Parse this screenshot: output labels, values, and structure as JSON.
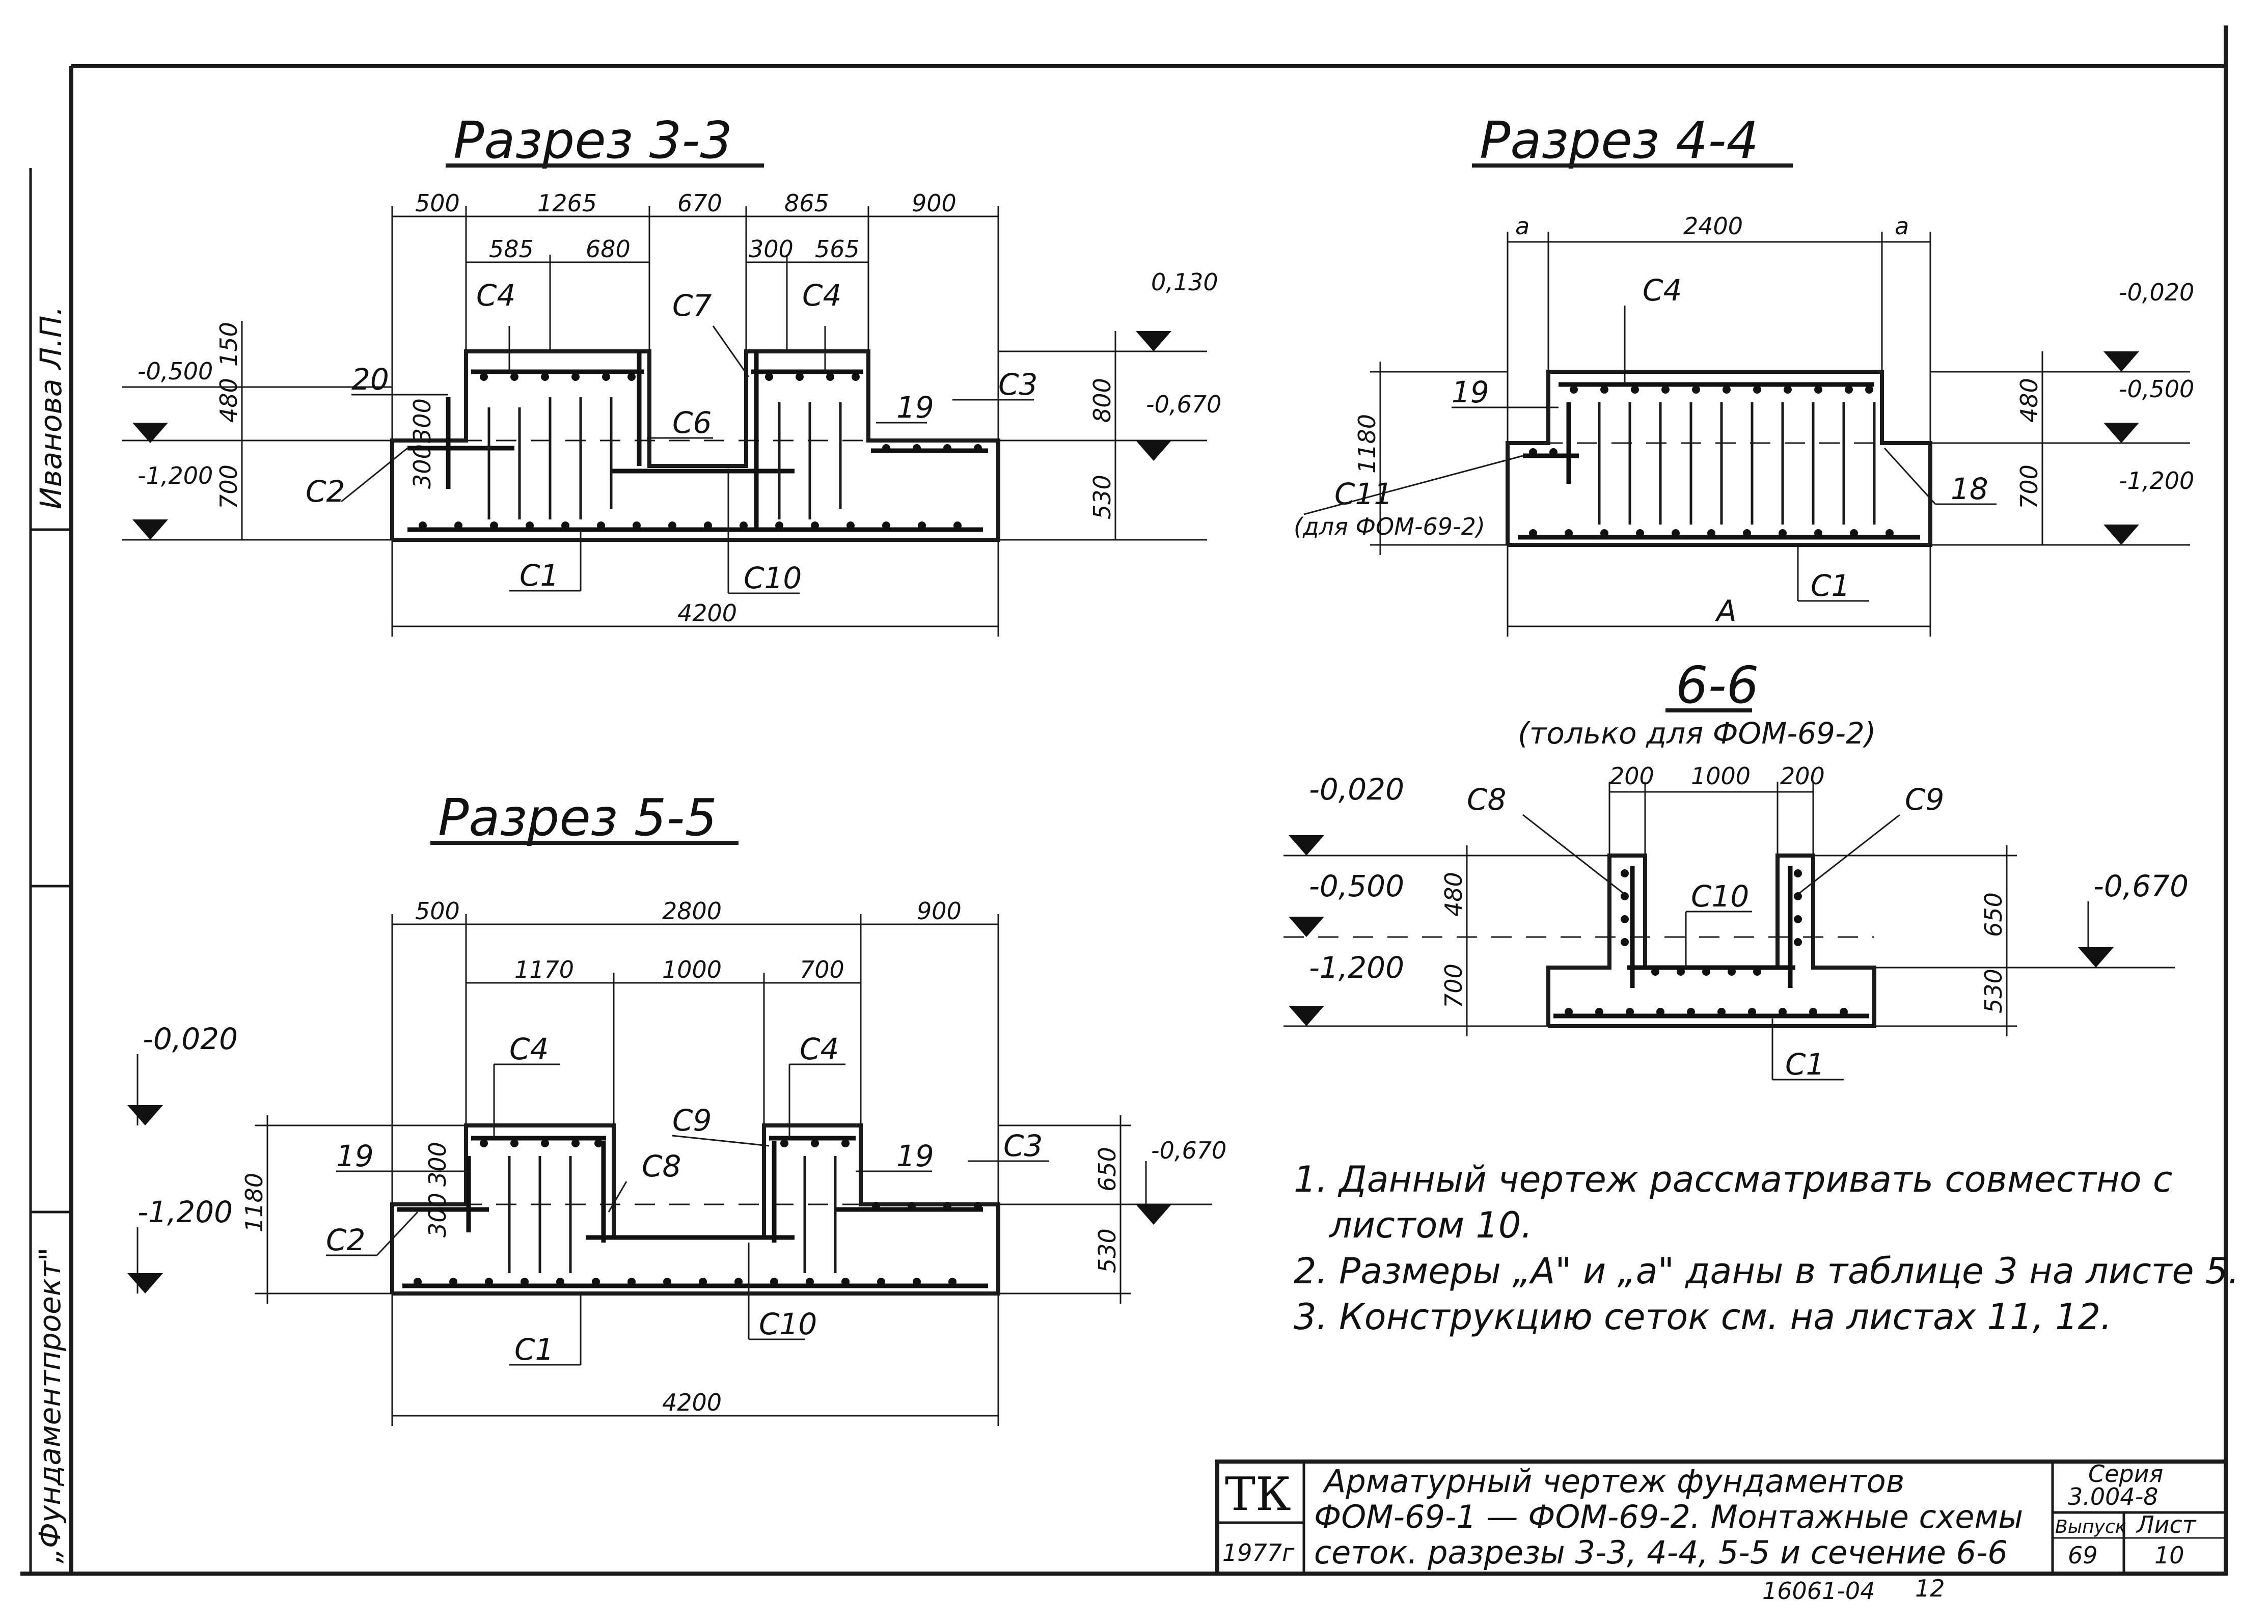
{
  "sections": {
    "s33": {
      "title": "Разрез 3-3",
      "dims_top": [
        "500",
        "1265",
        "670",
        "865",
        "900"
      ],
      "dims_mid": [
        "585",
        "680",
        "300",
        "565"
      ],
      "total": "4200",
      "marks": [
        "0,130",
        "-0,500",
        "-0,670",
        "-1,200"
      ],
      "vert": [
        "150",
        "480",
        "700",
        "800",
        "530",
        "300",
        "300"
      ],
      "labels": [
        "C4",
        "C7",
        "C4",
        "20",
        "C6",
        "19",
        "C3",
        "C2",
        "C1",
        "C10"
      ]
    },
    "s44": {
      "title": "Разрез 4-4",
      "dims_top": [
        "a",
        "2400",
        "a"
      ],
      "bottom": "A",
      "marks": [
        "-0,020",
        "-0,500",
        "-1,200"
      ],
      "vert": [
        "1180",
        "480",
        "700"
      ],
      "labels": [
        "C4",
        "19",
        "C11",
        "(для ФОМ-69-2)",
        "18",
        "C1"
      ]
    },
    "s55": {
      "title": "Разрез 5-5",
      "dims_top": [
        "500",
        "2800",
        "900"
      ],
      "dims_mid": [
        "1170",
        "1000",
        "700"
      ],
      "total": "4200",
      "marks": [
        "-0,020",
        "-1,200",
        "-0,670"
      ],
      "vert": [
        "1180",
        "300",
        "300",
        "650",
        "530"
      ],
      "labels": [
        "C4",
        "C4",
        "C9",
        "C8",
        "19",
        "19",
        "C3",
        "C2",
        "C1",
        "C10"
      ]
    },
    "s66": {
      "title": "6-6",
      "subtitle": "(только для ФОМ-69-2)",
      "dims_top": [
        "200",
        "1000",
        "200"
      ],
      "marks": [
        "-0,020",
        "-0,500",
        "-1,200",
        "-0,670"
      ],
      "vert": [
        "480",
        "700",
        "650",
        "530"
      ],
      "labels": [
        "C8",
        "C9",
        "C10",
        "C1"
      ]
    }
  },
  "notes": [
    "1. Данный чертеж рассматривать совместно с",
    "листом 10.",
    "2. Размеры „А\" и „а\" даны в таблице 3 на листе 5.",
    "3. Конструкцию сеток см. на листах 11, 12."
  ],
  "stamp": {
    "org": "ТК",
    "year": "1977г",
    "title_lines": [
      "Арматурный чертеж фундаментов",
      "ФОМ-69-1 — ФОМ-69-2. Монтажные схемы",
      "сеток. разрезы 3-3, 4-4, 5-5 и сечение 6-6"
    ],
    "series_label": "Серия",
    "series": "3.004-8",
    "vypusk_label": "Выпуск",
    "vypusk": "69",
    "list_label": "Лист",
    "list": "10"
  },
  "sidebar": {
    "author": "Иванова Л.П.",
    "org": "„Фундаментпроект\""
  },
  "footer": {
    "code": "16061-04",
    "page": "12"
  }
}
